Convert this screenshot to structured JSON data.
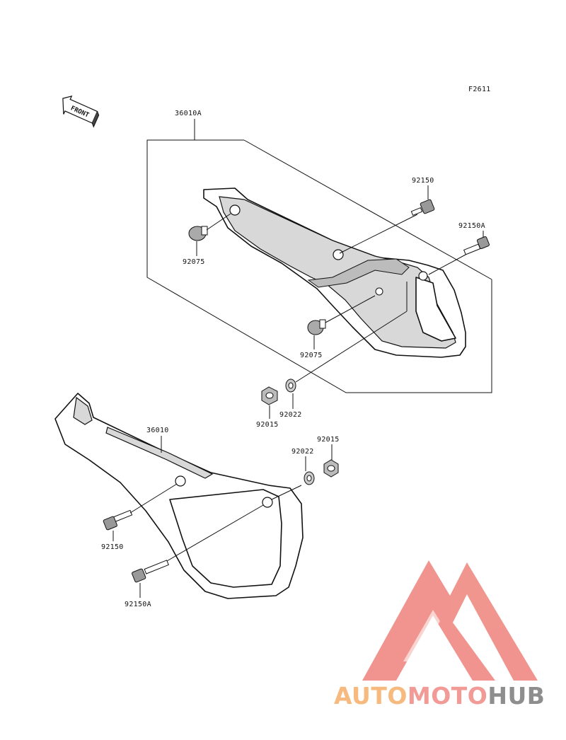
{
  "figure_code": "F2611",
  "front_label": "FRONT",
  "parts": {
    "cover_a": "36010A",
    "cover": "36010",
    "bolt_upper_a": "92150",
    "bolt_upper_b": "92150A",
    "grommet_1": "92075",
    "grommet_2": "92075",
    "washer_upper": "92022",
    "nut_upper": "92015",
    "washer_lower": "92022",
    "nut_lower": "92015",
    "bolt_lower_a": "92150",
    "bolt_lower_b": "92150A"
  },
  "watermark": {
    "parts": [
      "AUTO",
      "MOTO",
      "HUB"
    ],
    "colors": [
      "#f6b97e",
      "#f29a96",
      "#8e8e8e"
    ],
    "logo_color": "#f08c86"
  }
}
